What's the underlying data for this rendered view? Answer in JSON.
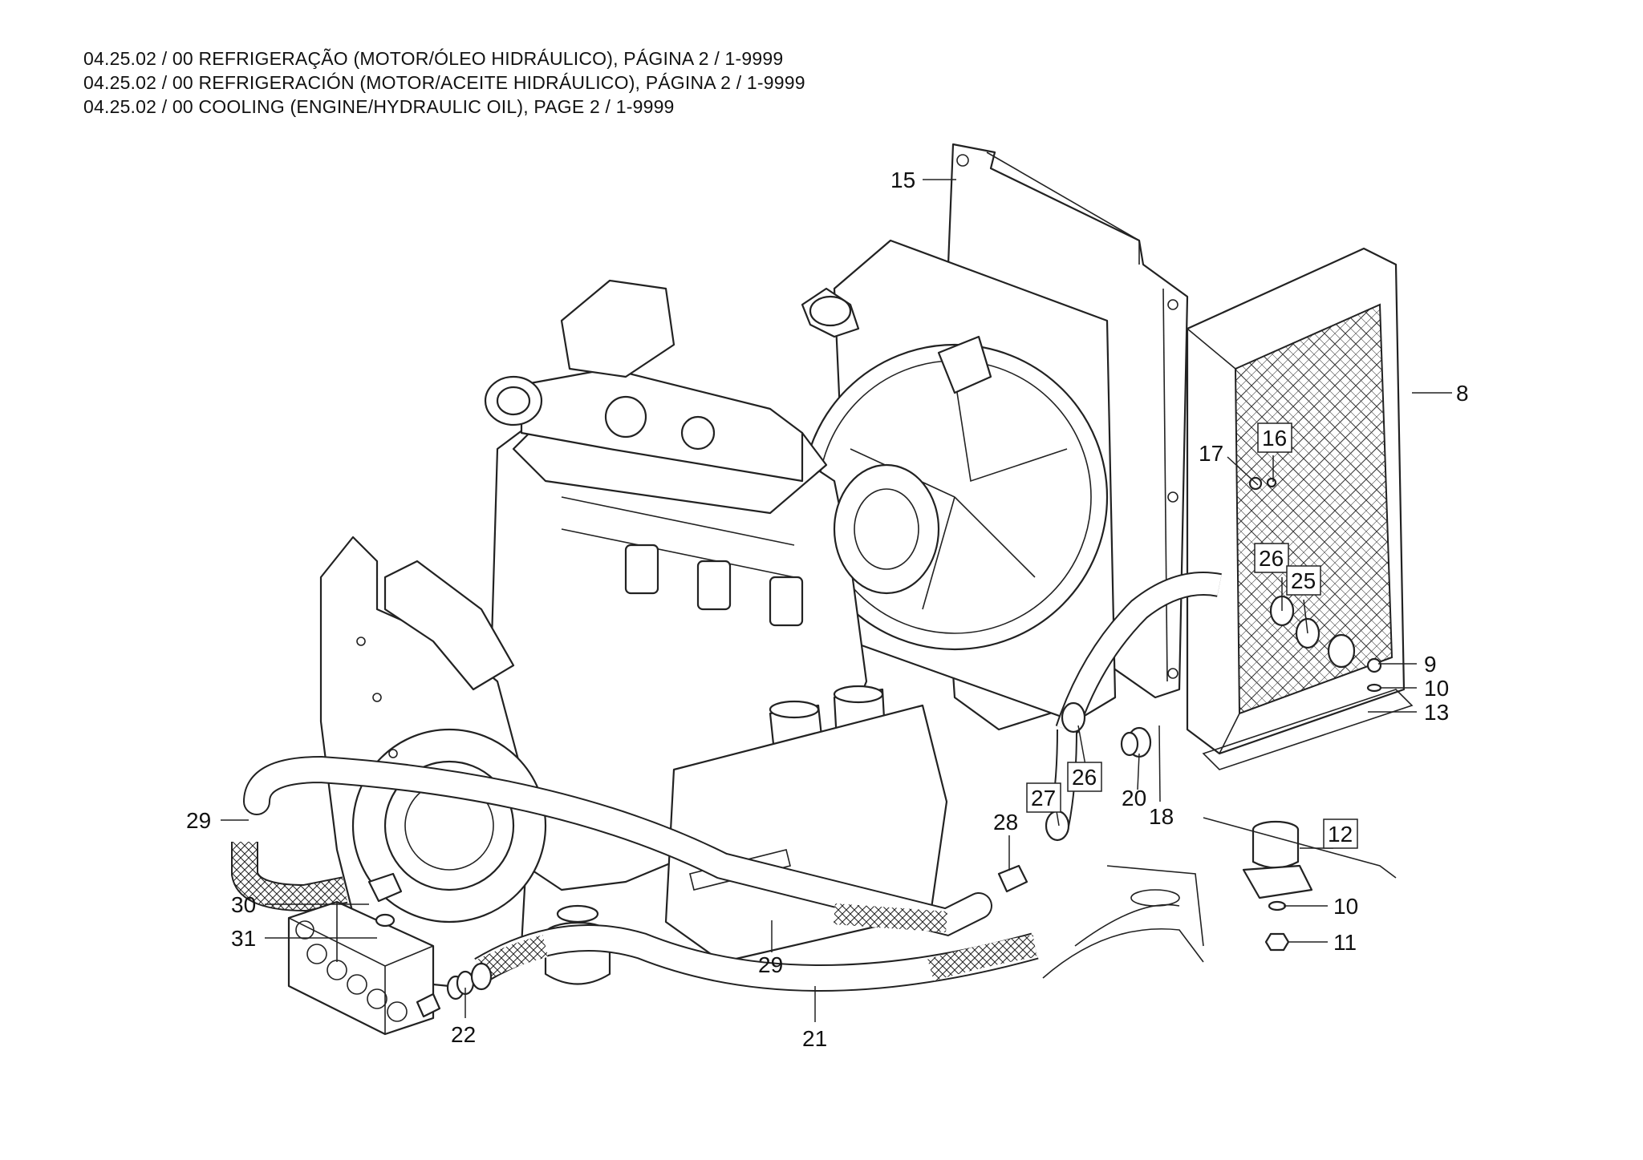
{
  "titles": {
    "pt": "04.25.02 / 00 REFRIGERAÇÃO (MOTOR/ÓLEO HIDRÁULICO), PÁGINA 2 / 1-9999",
    "es": "04.25.02 / 00 REFRIGERACIÓN (MOTOR/ACEITE HIDRÁULICO), PÁGINA 2 / 1-9999",
    "en": "04.25.02 / 00 COOLING (ENGINE/HYDRAULIC OIL), PAGE 2 / 1-9999"
  },
  "callouts": {
    "c15": "15",
    "c8": "8",
    "c16": "16",
    "c17": "17",
    "c26a": "26",
    "c25": "25",
    "c9": "9",
    "c10a": "10",
    "c13": "13",
    "c26b": "26",
    "c27": "27",
    "c20": "20",
    "c18": "18",
    "c28": "28",
    "c12": "12",
    "c10b": "10",
    "c11": "11",
    "c29a": "29",
    "c29b": "29",
    "c30": "30",
    "c31": "31",
    "c22": "22",
    "c21": "21"
  }
}
